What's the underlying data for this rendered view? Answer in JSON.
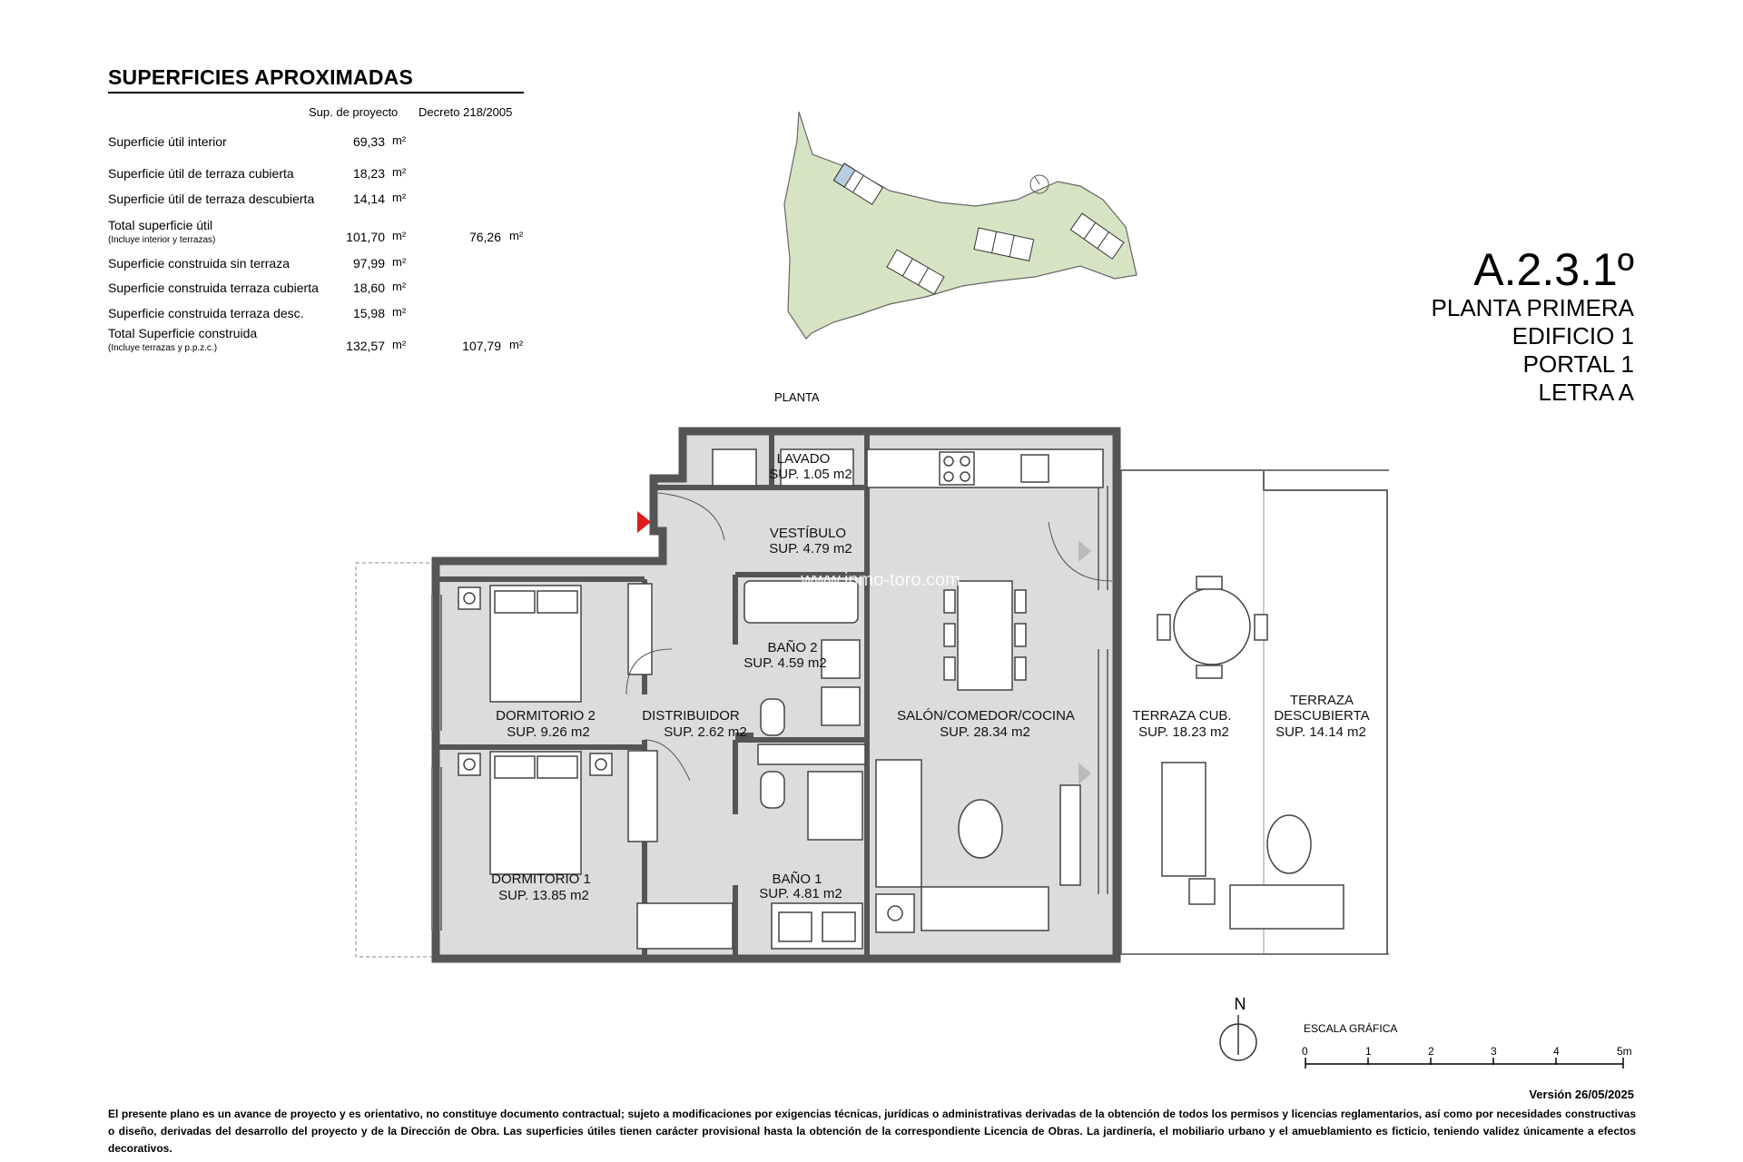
{
  "surfaces": {
    "title": "SUPERFICIES APROXIMADAS",
    "col_project": "Sup. de proyecto",
    "col_decree": "Decreto 218/2005",
    "unit": "m²",
    "rows": [
      {
        "label": "Superficie útil interior",
        "sub": "",
        "project": "69,33",
        "decree": ""
      },
      {
        "label": "Superficie útil de terraza cubierta",
        "sub": "",
        "project": "18,23",
        "decree": ""
      },
      {
        "label": "Superficie útil de terraza descubierta",
        "sub": "",
        "project": "14,14",
        "decree": ""
      },
      {
        "label": "Total superficie útil",
        "sub": "(Incluye interior y terrazas)",
        "project": "101,70",
        "decree": "76,26"
      },
      {
        "label": "Superficie construida sin terraza",
        "sub": "",
        "project": "97,99",
        "decree": ""
      },
      {
        "label": "Superficie construida terraza cubierta",
        "sub": "",
        "project": "18,60",
        "decree": ""
      },
      {
        "label": "Superficie construida terraza desc.",
        "sub": "",
        "project": "15,98",
        "decree": ""
      },
      {
        "label": "Total Superficie construida",
        "sub": "(Incluye terrazas y p.p.z.c.)",
        "project": "132,57",
        "decree": "107,79"
      }
    ]
  },
  "unit_info": {
    "code": "A.2.3.1º",
    "floor": "PLANTA PRIMERA",
    "building": "EDIFICIO 1",
    "portal": "PORTAL  1",
    "letter": "LETRA A"
  },
  "site_plan_label": "PLANTA",
  "rooms": {
    "lavado": {
      "name": "LAVADO",
      "area": "SUP. 1.05 m2"
    },
    "vestibulo": {
      "name": "VESTÍBULO",
      "area": "SUP. 4.79 m2"
    },
    "bano2": {
      "name": "BAÑO 2",
      "area": "SUP. 4.59 m2"
    },
    "dormitorio2": {
      "name": "DORMITORIO 2",
      "area": "SUP. 9.26 m2"
    },
    "distribuidor": {
      "name": "DISTRIBUIDOR",
      "area": "SUP. 2.62 m2"
    },
    "salon": {
      "name": "SALÓN/COMEDOR/COCINA",
      "area": "SUP. 28.34 m2"
    },
    "terraza_cub": {
      "name": "TERRAZA CUB.",
      "area": "SUP. 18.23 m2"
    },
    "terraza_desc_1": "TERRAZA",
    "terraza_desc_2": "DESCUBIERTA",
    "terraza_desc_area": "SUP. 14.14 m2",
    "dormitorio1": {
      "name": "DORMITORIO 1",
      "area": "SUP. 13.85 m2"
    },
    "bano1": {
      "name": "BAÑO 1",
      "area": "SUP. 4.81 m2"
    }
  },
  "watermark": "www.inmo-toro.com",
  "north_label": "N",
  "scale": {
    "title": "ESCALA GRÁFICA",
    "ticks": [
      "0",
      "1",
      "2",
      "3",
      "4",
      "5m"
    ]
  },
  "version": "Versión 26/05/2025",
  "disclaimer": "El presente plano es un avance de proyecto y es orientativo, no constituye documento contractual; sujeto a modificaciones por exigencias técnicas, jurídicas o administrativas derivadas de la obtención de todos los permisos y licencias reglamentarios, así como por necesidades constructivas o diseño, derivadas del desarrollo del proyecto y de la Dirección de Obra. Las superficies útiles tienen carácter provisional hasta la obtención de la correspondiente Licencia de Obras. La jardinería, el mobiliario urbano y el amueblamiento es ficticio, teniendo validez únicamente a efectos decorativos.",
  "colors": {
    "floor": "#dcdcdc",
    "wall": "#555555",
    "site_green": "#d7e4c4",
    "entry_arrow": "#e01b1b"
  }
}
